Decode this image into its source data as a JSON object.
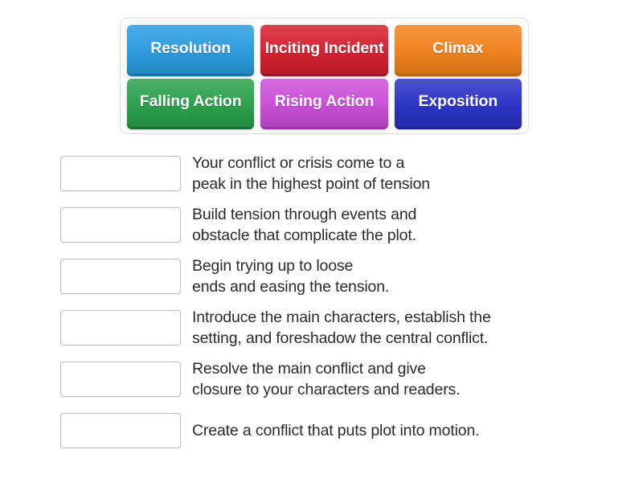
{
  "activity": {
    "type": "match-up",
    "tile_bank": {
      "tiles": [
        {
          "label": "Resolution",
          "color": "#2b9ce0",
          "color_name": "blue"
        },
        {
          "label": "Inciting\nIncident",
          "color": "#d5202f",
          "color_name": "red"
        },
        {
          "label": "Climax",
          "color": "#f2821e",
          "color_name": "orange"
        },
        {
          "label": "Falling Action",
          "color": "#2ba04d",
          "color_name": "green"
        },
        {
          "label": "Rising Action",
          "color": "#cb4fd8",
          "color_name": "magenta"
        },
        {
          "label": "Exposition",
          "color": "#2b32c4",
          "color_name": "indigo"
        }
      ]
    },
    "rows": [
      {
        "answer": "",
        "prompt": "Your conflict or crisis come to a\npeak in the highest point of tension"
      },
      {
        "answer": "",
        "prompt": "Build tension through events and\nobstacle that complicate the plot."
      },
      {
        "answer": "",
        "prompt": "Begin trying up to loose\nends and easing the tension."
      },
      {
        "answer": "",
        "prompt": "Introduce the main characters, establish the\nsetting, and foreshadow the central conflict."
      },
      {
        "answer": "",
        "prompt": "Resolve the main conflict and give\nclosure to your characters and readers."
      },
      {
        "answer": "",
        "prompt": "Create a conflict that puts plot into motion."
      }
    ]
  }
}
